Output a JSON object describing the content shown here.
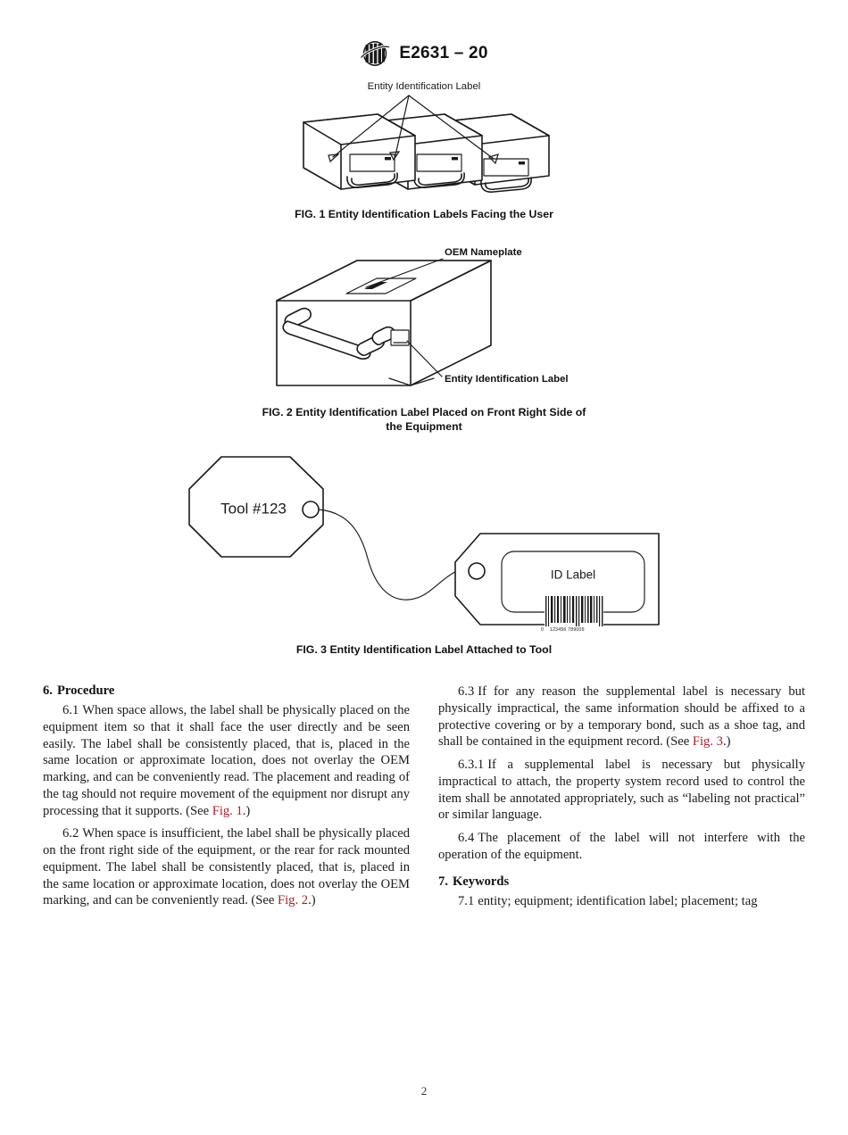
{
  "header": {
    "logo_alt": "ASTM International logo",
    "designation": "E2631 – 20"
  },
  "figures": [
    {
      "id": "fig1",
      "annotation": "Entity Identification Label",
      "caption": [
        "FIG. 1 Entity Identification Labels Facing the User"
      ]
    },
    {
      "id": "fig2",
      "annotation_top": "OEM Nameplate",
      "annotation_bottom": "Entity Identification Label",
      "caption": [
        "FIG. 2 Entity Identification Label Placed on Front Right Side of",
        "the Equipment"
      ]
    },
    {
      "id": "fig3",
      "tool_tag_text": "Tool #123",
      "id_label_text": "ID Label",
      "barcode_digits_left": "0",
      "barcode_digits_main": "123456 789009",
      "caption": [
        "FIG. 3 Entity Identification Label Attached to Tool"
      ]
    }
  ],
  "content": {
    "procedure": {
      "number": "6.",
      "title": "Procedure",
      "paragraphs": [
        {
          "number": "6.1",
          "segments": [
            {
              "text": "When space allows, the label shall be physically placed on the equipment item so that it shall face the user directly and be seen easily. The label shall be consistently placed, that is, placed in the same location or approximate location, does not overlay the OEM marking, and can be conveniently read. The placement and reading of the tag should not require movement of the equipment nor disrupt any processing that it supports. (See "
            },
            {
              "text": "Fig. 1",
              "style": "xref"
            },
            {
              "text": ".)"
            }
          ]
        },
        {
          "number": "6.2",
          "segments": [
            {
              "text": "When space is insufficient, the label shall be physically placed on the front right side of the equipment, or the rear for rack mounted equipment. The label shall be consistently placed, that is, placed in the same location or approximate location, does not overlay the OEM marking, and can be conveniently read. (See "
            },
            {
              "text": "Fig. 2",
              "style": "xref"
            },
            {
              "text": ".)"
            }
          ]
        },
        {
          "number": "6.3",
          "segments": [
            {
              "text": "If for any reason the supplemental label is necessary but physically impractical, the same information should be affixed to a protective covering or by a temporary bond, such as a shoe tag, and shall be contained in the equipment record. (See "
            },
            {
              "text": "Fig. 3",
              "style": "xref"
            },
            {
              "text": ".)"
            }
          ]
        },
        {
          "number": "6.3.1",
          "segments": [
            {
              "text": "If a supplemental label is necessary but physically impractical to attach, the property system record used to control the item shall be annotated appropriately, such as “labeling not practical” or similar language."
            }
          ]
        },
        {
          "number": "6.4",
          "segments": [
            {
              "text": "The placement of the label will not interfere with the operation of the equipment."
            }
          ]
        }
      ]
    },
    "keywords": {
      "number": "7.",
      "title": "Keywords",
      "paragraph_number": "7.1",
      "paragraph_text": "entity; equipment; identification label; placement; tag"
    }
  },
  "footer": {
    "page_number": "2"
  },
  "colors": {
    "ink": "#1a1a1a",
    "xref_red": "#a81f25"
  }
}
